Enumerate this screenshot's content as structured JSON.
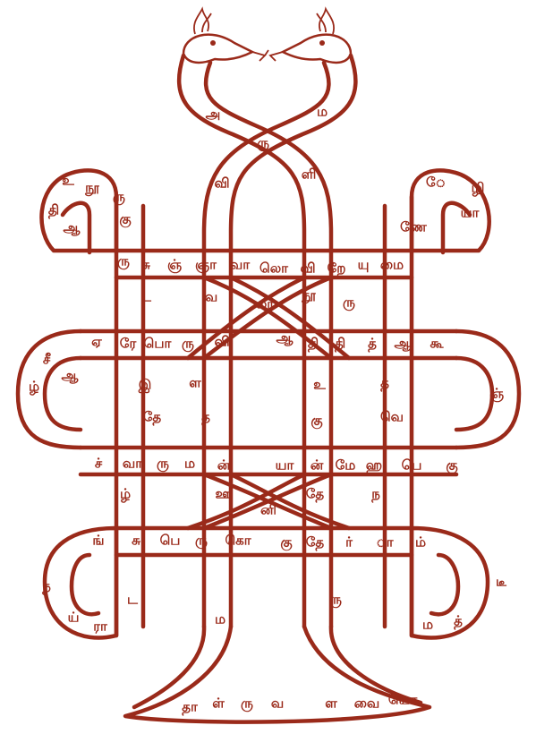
{
  "colors": {
    "ink": "#9a2a1a",
    "paper": "#ffffff"
  },
  "diagram": {
    "type": "serpent-knot-word-puzzle",
    "serpents": [
      "serpent-head-left",
      "serpent-head-right"
    ],
    "cells": [
      {
        "t": "அ"
      },
      {
        "t": "ம"
      },
      {
        "t": "ரு"
      },
      {
        "t": "வி"
      },
      {
        "t": "ளி"
      },
      {
        "t": "உ"
      },
      {
        "t": "நூ"
      },
      {
        "t": "ரு"
      },
      {
        "t": "கு"
      },
      {
        "t": "ஆ"
      },
      {
        "t": "தி"
      },
      {
        "t": "ரு"
      },
      {
        "t": "சு"
      },
      {
        "t": "ஞ்"
      },
      {
        "t": "ஞா"
      },
      {
        "t": "வா"
      },
      {
        "t": "லொ"
      },
      {
        "t": "வி"
      },
      {
        "t": "றே"
      },
      {
        "t": "யு"
      },
      {
        "t": "மை"
      },
      {
        "t": "ே"
      },
      {
        "t": "ணே"
      },
      {
        "t": "யா"
      },
      {
        "t": "ழி"
      },
      {
        "t": "ட"
      },
      {
        "t": "வ"
      },
      {
        "t": "லா"
      },
      {
        "t": "நூ"
      },
      {
        "t": "ரு"
      },
      {
        "t": "ஏ"
      },
      {
        "t": "ரே"
      },
      {
        "t": "பொ"
      },
      {
        "t": "ரு"
      },
      {
        "t": "வி"
      },
      {
        "t": "ஆ"
      },
      {
        "t": "தி"
      },
      {
        "t": "தி"
      },
      {
        "t": "த்"
      },
      {
        "t": "ஆ"
      },
      {
        "t": "கூ"
      },
      {
        "t": "சீ"
      },
      {
        "t": "ழ்"
      },
      {
        "t": "ஆ"
      },
      {
        "t": "இ"
      },
      {
        "t": "ள"
      },
      {
        "t": "உ"
      },
      {
        "t": "த"
      },
      {
        "t": "ஞ்"
      },
      {
        "t": "தே"
      },
      {
        "t": "த"
      },
      {
        "t": "கு"
      },
      {
        "t": "வெ"
      },
      {
        "t": "ச்"
      },
      {
        "t": "வா"
      },
      {
        "t": "ரு"
      },
      {
        "t": "ம"
      },
      {
        "t": "ன்"
      },
      {
        "t": "யா"
      },
      {
        "t": "ன்"
      },
      {
        "t": "மே"
      },
      {
        "t": "ஹ"
      },
      {
        "t": "பெ"
      },
      {
        "t": "கு"
      },
      {
        "t": "ழ்"
      },
      {
        "t": "ஊ"
      },
      {
        "t": "னி"
      },
      {
        "t": "தே"
      },
      {
        "t": "ந"
      },
      {
        "t": "ந"
      },
      {
        "t": "ங்"
      },
      {
        "t": "சு"
      },
      {
        "t": "பெ"
      },
      {
        "t": "ரு"
      },
      {
        "t": "கொ"
      },
      {
        "t": "கு"
      },
      {
        "t": "தே"
      },
      {
        "t": "ர்"
      },
      {
        "t": "ா"
      },
      {
        "t": "ம்"
      },
      {
        "t": "டீ"
      },
      {
        "t": "ய்"
      },
      {
        "t": "ரா"
      },
      {
        "t": "ட"
      },
      {
        "t": "ம"
      },
      {
        "t": "ரு"
      },
      {
        "t": "ம"
      },
      {
        "t": "த்"
      },
      {
        "t": "தா"
      },
      {
        "t": "ள்"
      },
      {
        "t": "ரு"
      },
      {
        "t": "வ"
      },
      {
        "t": "ள"
      },
      {
        "t": "வை"
      },
      {
        "t": "யொ"
      },
      {
        "t": "மூ"
      }
    ]
  }
}
